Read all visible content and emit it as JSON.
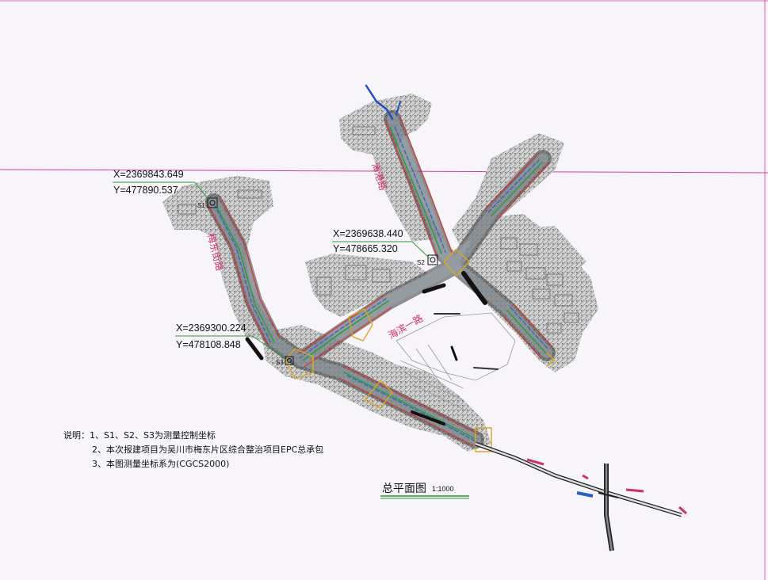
{
  "points": [
    {
      "x": "X=2369843.649",
      "y": "Y=477890.537",
      "station": "S1"
    },
    {
      "x": "X=2369638.440",
      "y": "Y=478665.320",
      "station": "S2"
    },
    {
      "x": "X=2369300.224",
      "y": "Y=478108.848",
      "station": "S3"
    }
  ],
  "roads": {
    "north": "海港路",
    "west": "梅东街路",
    "center": "海滨一路"
  },
  "notes": {
    "head": "说明：1、S1、S2、S3为测量控制坐标",
    "line2": "2、本次报建项目为吴川市梅东片区综合整治项目EPC总承包",
    "line3": "3、本图测量坐标系为(CGCS2000)"
  },
  "title": {
    "main": "总平面图",
    "scale": "1:1000"
  },
  "colors": {
    "road_edge": "#d43a3a",
    "pipe_green": "#2a9a3a",
    "pipe_blue": "#2860c8",
    "boundary": "#d8a820",
    "label_pink": "#d0306a",
    "guide_line": "#d040a0"
  }
}
